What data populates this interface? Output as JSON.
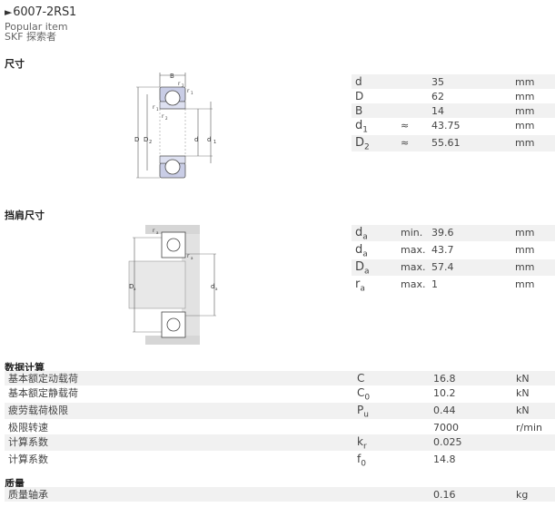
{
  "product": {
    "arrow": "►",
    "designation": "6007-2RS1",
    "popular": "Popular item",
    "explorer": "SKF 探索者"
  },
  "dimensions": {
    "heading": "尺寸",
    "drawing_labels": {
      "B": "B",
      "r1a": "r",
      "r1b": "1",
      "r2a": "r",
      "r2b": "2",
      "D": "D",
      "D2": "D",
      "D2s": "2",
      "d": "d",
      "d1": "d",
      "d1s": "1"
    },
    "rows": [
      {
        "sym": "d",
        "sub": "",
        "q": "",
        "v": "35",
        "u": "mm"
      },
      {
        "sym": "D",
        "sub": "",
        "q": "",
        "v": "62",
        "u": "mm"
      },
      {
        "sym": "B",
        "sub": "",
        "q": "",
        "v": "14",
        "u": "mm"
      },
      {
        "sym": "d",
        "sub": "1",
        "q": "≈",
        "v": "43.75",
        "u": "mm"
      },
      {
        "sym": "D",
        "sub": "2",
        "q": "≈",
        "v": "55.61",
        "u": "mm"
      }
    ]
  },
  "abutment": {
    "heading": "挡肩尺寸",
    "drawing_labels": {
      "ra": "r",
      "ras": "a",
      "Da": "D",
      "Das": "a",
      "da": "d",
      "das": "a"
    },
    "rows": [
      {
        "sym": "d",
        "sub": "a",
        "q": "min.",
        "v": "39.6",
        "u": "mm"
      },
      {
        "sym": "d",
        "sub": "a",
        "q": "max.",
        "v": "43.7",
        "u": "mm"
      },
      {
        "sym": "D",
        "sub": "a",
        "q": "max.",
        "v": "57.4",
        "u": "mm"
      },
      {
        "sym": "r",
        "sub": "a",
        "q": "max.",
        "v": "1",
        "u": "mm"
      }
    ]
  },
  "calculation": {
    "heading": "数据计算",
    "rows": [
      {
        "label": "基本额定动载荷",
        "sym": "C",
        "sub": "",
        "v": "16.8",
        "u": "kN"
      },
      {
        "label": "基本额定静载荷",
        "sym": "C",
        "sub": "0",
        "v": "10.2",
        "u": "kN"
      },
      {
        "label": "疲劳载荷极限",
        "sym": "P",
        "sub": "u",
        "v": "0.44",
        "u": "kN"
      },
      {
        "label": "极限转速",
        "sym": "",
        "sub": "",
        "v": "7000",
        "u": "r/min"
      },
      {
        "label": "计算系数",
        "sym": "k",
        "sub": "r",
        "v": "0.025",
        "u": ""
      },
      {
        "label": "计算系数",
        "sym": "f",
        "sub": "0",
        "v": "14.8",
        "u": ""
      }
    ]
  },
  "mass": {
    "heading": "质量",
    "rows": [
      {
        "label": "质量轴承",
        "sym": "",
        "sub": "",
        "v": "0.16",
        "u": "kg"
      }
    ]
  }
}
